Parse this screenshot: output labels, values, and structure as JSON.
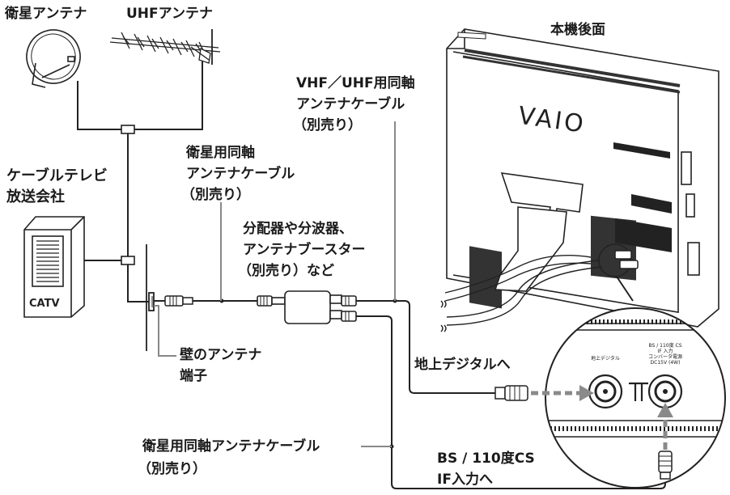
{
  "labels": {
    "satellite_antenna": "衛星アンテナ",
    "uhf_antenna": "UHFアンテナ",
    "rear_view": "本機後面",
    "vhf_uhf_cable": [
      "VHF／UHF用同軸",
      "アンテナケーブル",
      "（別売り）"
    ],
    "satellite_cable_top": [
      "衛星用同軸",
      "アンテナケーブル",
      "（別売り）"
    ],
    "cable_tv_company": [
      "ケーブルテレビ",
      "放送会社"
    ],
    "splitter": [
      "分配器や分波器、",
      "アンテナブースター",
      "（別売り）など"
    ],
    "wall_terminal": [
      "壁のアンテナ",
      "端子"
    ],
    "to_terrestrial": "地上デジタルへ",
    "satellite_cable_bottom": [
      "衛星用同軸アンテナケーブル",
      "（別売り）"
    ],
    "to_bs": [
      "BS / 110度CS",
      "IF入力へ"
    ],
    "catv": "CATV",
    "logo": "VAIO"
  },
  "panel": {
    "terrestrial_port": "地上デジタル",
    "bs_port": [
      "BS / 110度 CS",
      "IF 入力",
      "コンバータ電源",
      "DC15V (4W)"
    ]
  }
}
